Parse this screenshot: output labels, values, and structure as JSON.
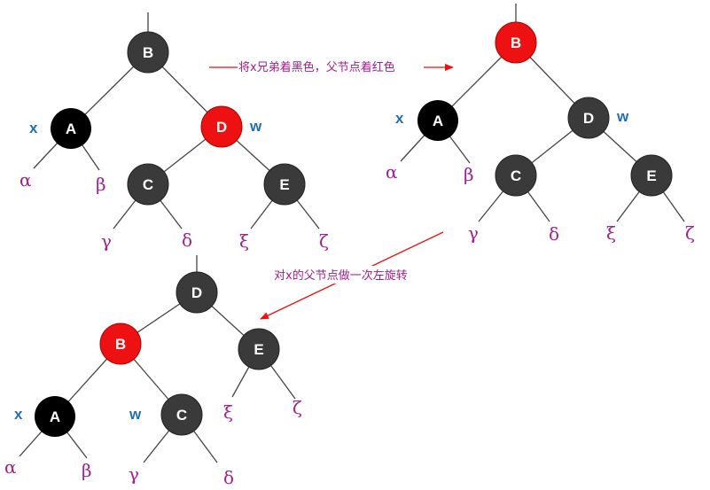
{
  "colors": {
    "red": "#ee1111",
    "black": "#000000",
    "dark": "#3a3a3a",
    "edge": "#444444",
    "arrow": "#ee1111",
    "greek": "#a0208c",
    "tag": "#1f6fb5"
  },
  "captions": {
    "top": "将x兄弟着黑色，父节点着红色",
    "middle": "对x的父节点做一次左旋转"
  },
  "tags": {
    "x": "x",
    "w": "w"
  },
  "trees": [
    {
      "name": "tree-before",
      "nodes": [
        {
          "id": "B",
          "label": "B",
          "color": "dark"
        },
        {
          "id": "A",
          "label": "A",
          "color": "black"
        },
        {
          "id": "D",
          "label": "D",
          "color": "red"
        },
        {
          "id": "C",
          "label": "C",
          "color": "dark"
        },
        {
          "id": "E",
          "label": "E",
          "color": "dark"
        }
      ],
      "leaves": [
        "α",
        "β",
        "γ",
        "δ",
        "ξ",
        "ζ"
      ]
    },
    {
      "name": "tree-recolored",
      "nodes": [
        {
          "id": "B",
          "label": "B",
          "color": "red"
        },
        {
          "id": "A",
          "label": "A",
          "color": "black"
        },
        {
          "id": "D",
          "label": "D",
          "color": "dark"
        },
        {
          "id": "C",
          "label": "C",
          "color": "dark"
        },
        {
          "id": "E",
          "label": "E",
          "color": "dark"
        }
      ],
      "leaves": [
        "α",
        "β",
        "γ",
        "δ",
        "ξ",
        "ζ"
      ]
    },
    {
      "name": "tree-rotated",
      "nodes": [
        {
          "id": "D",
          "label": "D",
          "color": "dark"
        },
        {
          "id": "B",
          "label": "B",
          "color": "red"
        },
        {
          "id": "E",
          "label": "E",
          "color": "dark"
        },
        {
          "id": "A",
          "label": "A",
          "color": "black"
        },
        {
          "id": "C",
          "label": "C",
          "color": "dark"
        }
      ],
      "leaves": [
        "α",
        "β",
        "γ",
        "δ",
        "ξ",
        "ζ"
      ]
    }
  ]
}
